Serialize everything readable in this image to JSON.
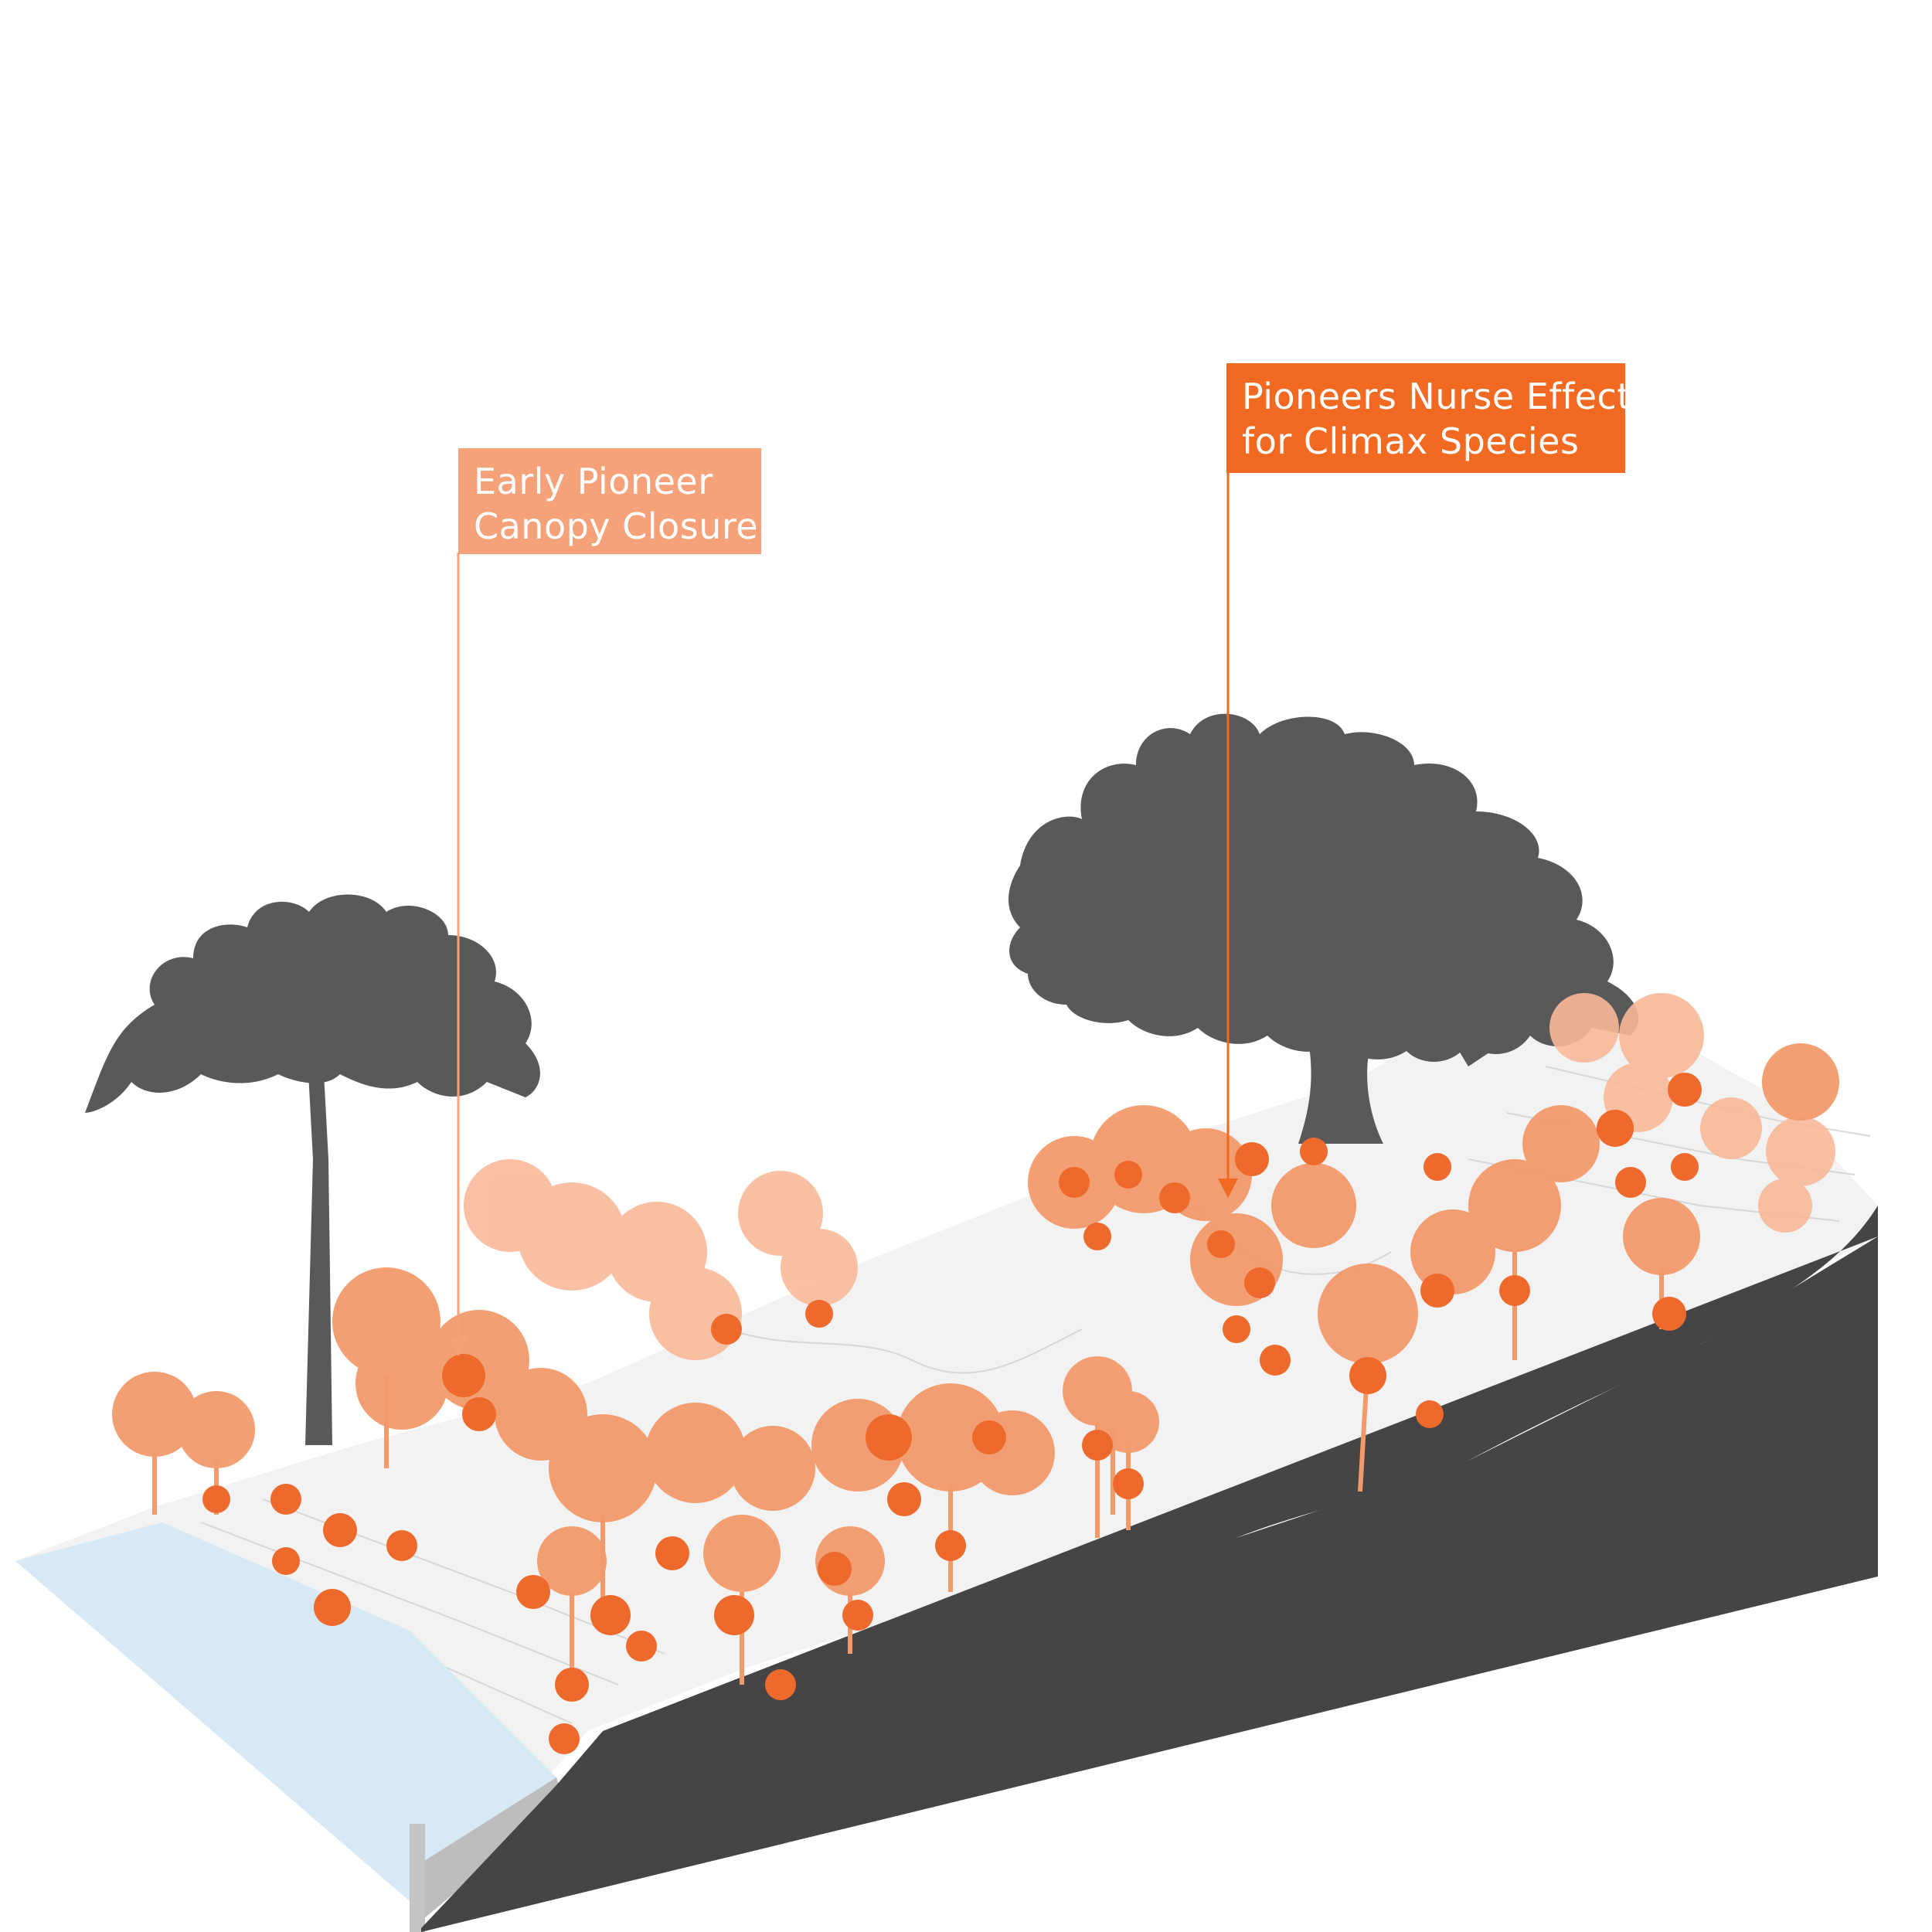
{
  "labels": {
    "early_pioneer": {
      "line1": "Early Pioneer",
      "line2": "Canopy Closure",
      "color": "#f5a27a"
    },
    "nurse_effect": {
      "line1": "Pioneers Nurse Effect",
      "line2": "for Climax Species",
      "color": "#f26a22"
    }
  },
  "colors": {
    "terrain_section": "#454545",
    "ground_surface": "#f2f2f2",
    "water": "#d6e9f4",
    "water_edge": "#bdbdbd",
    "emergent_trees": "#595959",
    "pioneer_light": "#f8b999",
    "pioneer_mid": "#f29a6c",
    "pioneer_dark": "#ee6a2c"
  },
  "icons": [
    "emergent-tree-icon",
    "climax-tree-icon",
    "pioneer-tree-icon"
  ]
}
